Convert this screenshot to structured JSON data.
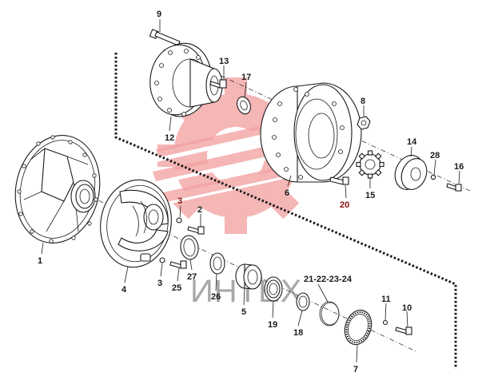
{
  "diagram": {
    "watermark": {
      "text": "ИНТЕХ",
      "color": "#f3a2a2"
    },
    "callouts": [
      {
        "id": "c9",
        "label": "9",
        "color": "#1a1a1a"
      },
      {
        "id": "c13",
        "label": "13",
        "color": "#1a1a1a"
      },
      {
        "id": "c17",
        "label": "17",
        "color": "#1a1a1a"
      },
      {
        "id": "c8",
        "label": "8",
        "color": "#1a1a1a"
      },
      {
        "id": "c12",
        "label": "12",
        "color": "#1a1a1a"
      },
      {
        "id": "c14",
        "label": "14",
        "color": "#1a1a1a"
      },
      {
        "id": "c28",
        "label": "28",
        "color": "#1a1a1a"
      },
      {
        "id": "c16",
        "label": "16",
        "color": "#1a1a1a"
      },
      {
        "id": "c6",
        "label": "6",
        "color": "#1a1a1a"
      },
      {
        "id": "c15",
        "label": "15",
        "color": "#1a1a1a"
      },
      {
        "id": "c20",
        "label": "20",
        "color": "#8a1010"
      },
      {
        "id": "c3a",
        "label": "3",
        "color": "#8a1010"
      },
      {
        "id": "c2",
        "label": "2",
        "color": "#1a1a1a"
      },
      {
        "id": "c1",
        "label": "1",
        "color": "#1a1a1a"
      },
      {
        "id": "c4",
        "label": "4",
        "color": "#1a1a1a"
      },
      {
        "id": "c3b",
        "label": "3",
        "color": "#1a1a1a"
      },
      {
        "id": "c25",
        "label": "25",
        "color": "#1a1a1a"
      },
      {
        "id": "c27",
        "label": "27",
        "color": "#1a1a1a"
      },
      {
        "id": "c26",
        "label": "26",
        "color": "#1a1a1a"
      },
      {
        "id": "c5",
        "label": "5",
        "color": "#1a1a1a"
      },
      {
        "id": "c21",
        "label": "21-22-23-24",
        "color": "#1a1a1a"
      },
      {
        "id": "c19",
        "label": "19",
        "color": "#1a1a1a"
      },
      {
        "id": "c18",
        "label": "18",
        "color": "#1a1a1a"
      },
      {
        "id": "c11",
        "label": "11",
        "color": "#1a1a1a"
      },
      {
        "id": "c10",
        "label": "10",
        "color": "#1a1a1a"
      },
      {
        "id": "c7",
        "label": "7",
        "color": "#1a1a1a"
      }
    ]
  }
}
